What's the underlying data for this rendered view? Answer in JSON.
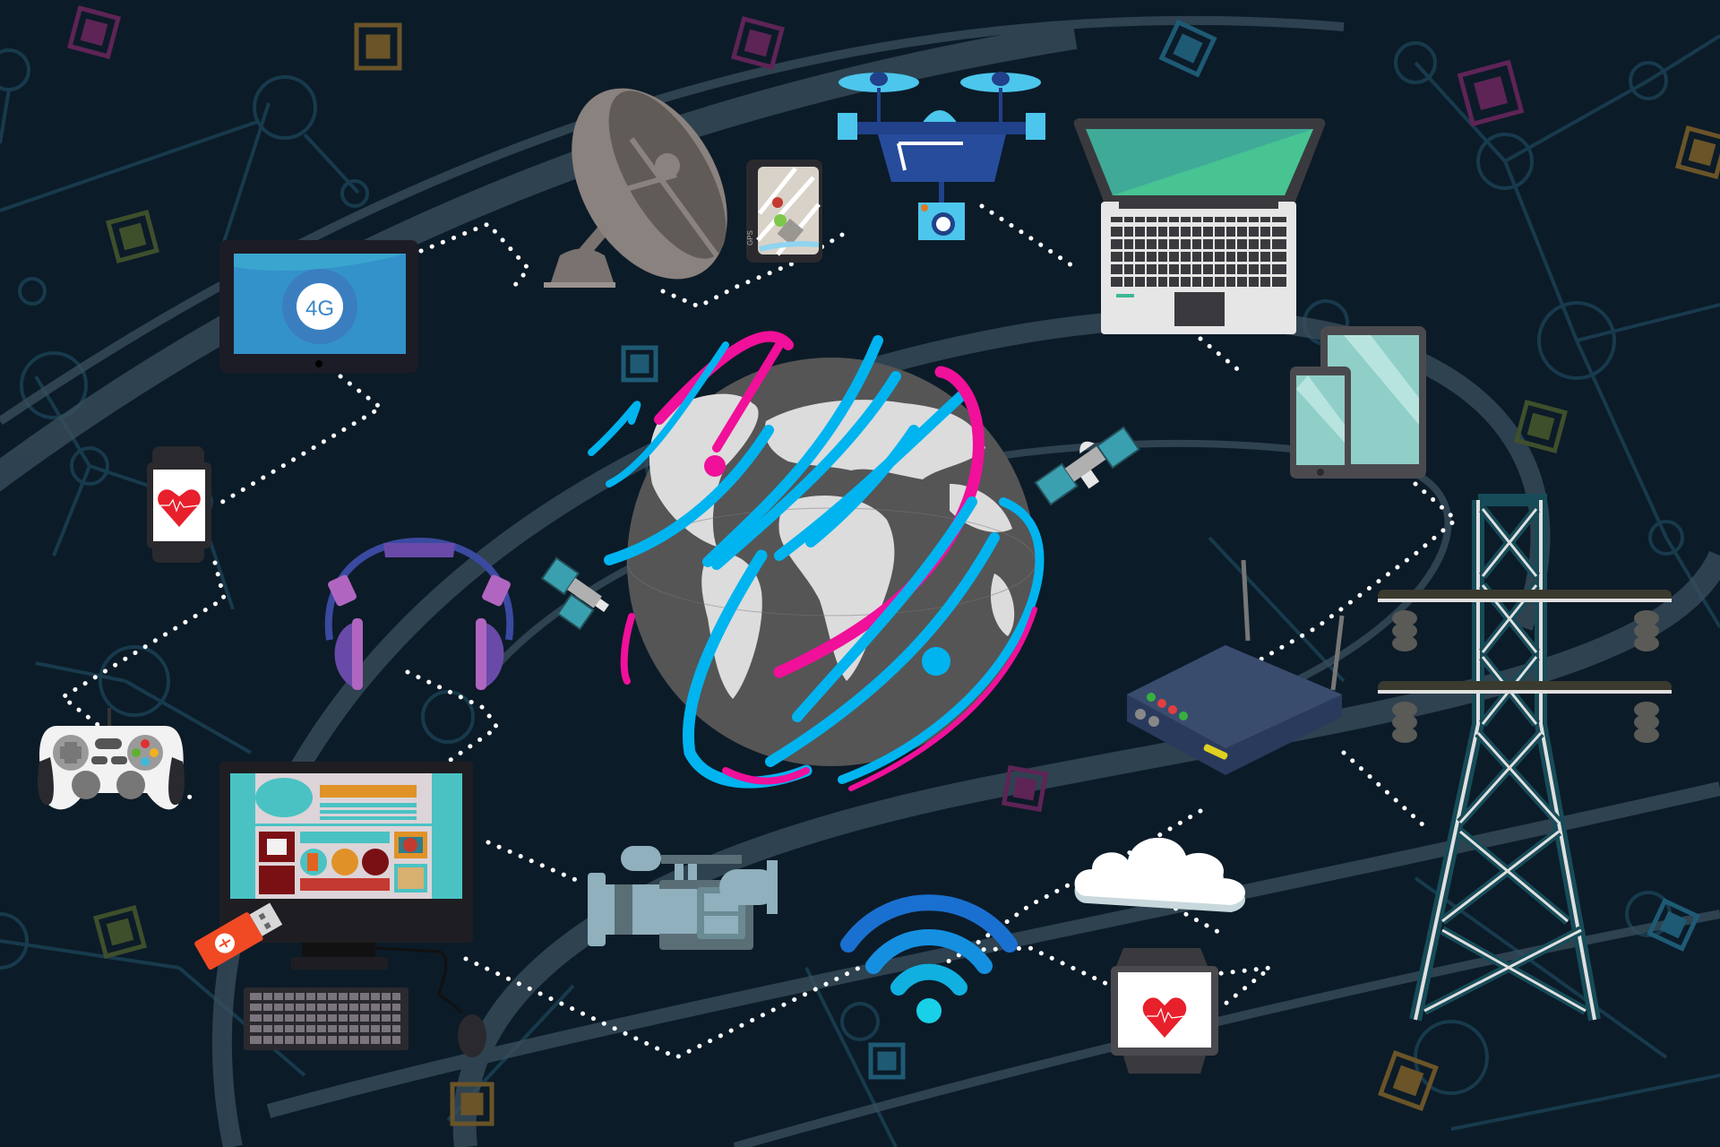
{
  "scene": {
    "title": "Internet of Things connected devices illustration",
    "background_color": "#0c1b28",
    "network_line_color": "#173a4c",
    "orbit_band_color": "#3a4f5e",
    "dotted_link_color": "#ffffff"
  },
  "center": {
    "globe": {
      "ocean": "#555555",
      "land": "#dcdcdc",
      "ring_cyan": "#00b4f0",
      "ring_magenta": "#f0109a"
    }
  },
  "devices": [
    {
      "id": "tablet-4g",
      "label": "4G",
      "screen_color": "#3aa6d0"
    },
    {
      "id": "satellite-dish"
    },
    {
      "id": "gps-watch",
      "side_text": "GPS"
    },
    {
      "id": "drone-camera"
    },
    {
      "id": "laptop",
      "screen_color": "#3fb896"
    },
    {
      "id": "phone-and-tablet",
      "screen_color": "#8fcfc8"
    },
    {
      "id": "smartwatch-heart-left"
    },
    {
      "id": "headphones",
      "color": "#6a4aa8"
    },
    {
      "id": "game-controller"
    },
    {
      "id": "desktop-computer"
    },
    {
      "id": "usb-drive",
      "color": "#f04a24"
    },
    {
      "id": "video-camera"
    },
    {
      "id": "wifi-signal"
    },
    {
      "id": "cloud"
    },
    {
      "id": "smartwatch-heart-right"
    },
    {
      "id": "wifi-router"
    },
    {
      "id": "power-tower",
      "color": "#174b58"
    },
    {
      "id": "satellite-left"
    },
    {
      "id": "satellite-right"
    }
  ],
  "tablet": {
    "badge": "4G"
  },
  "gps_watch": {
    "brand": "GPS"
  }
}
